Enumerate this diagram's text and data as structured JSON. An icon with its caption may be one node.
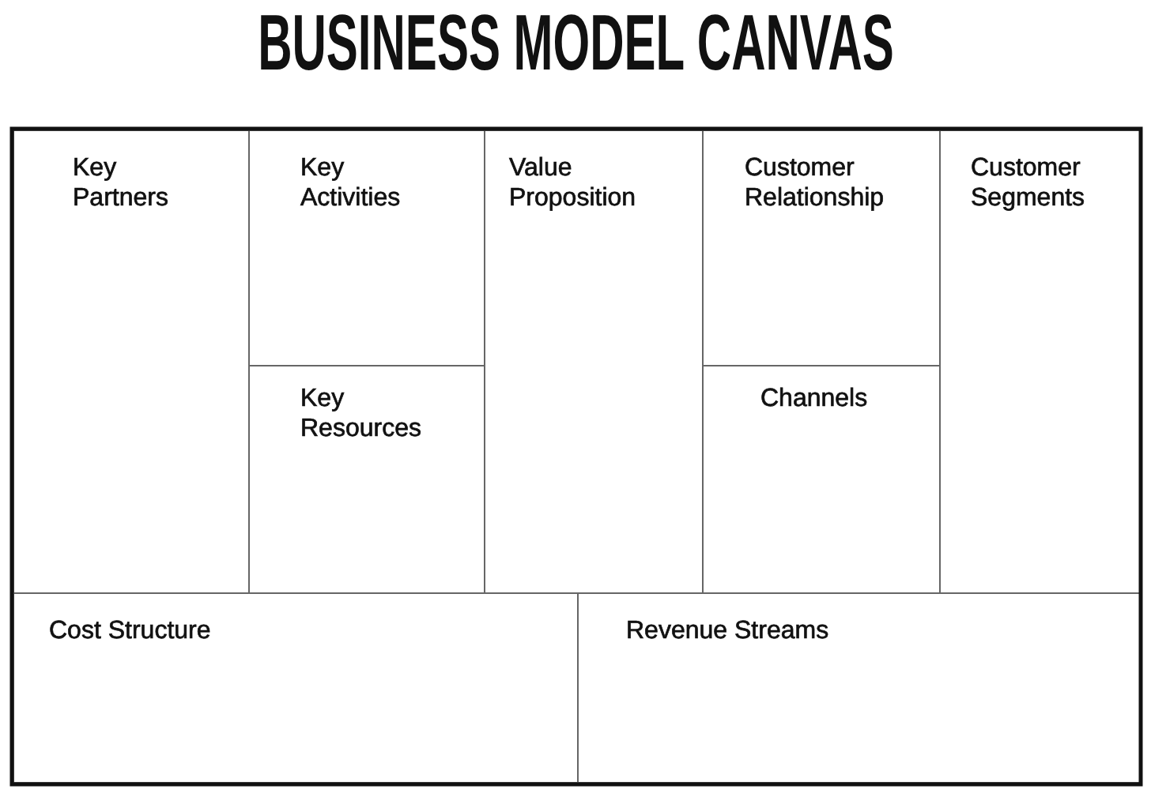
{
  "diagram": {
    "title": "BUSINESS MODEL CANVAS",
    "nodes": [
      {
        "text": [
          "Key Partners"
        ]
      },
      {
        "text": [
          "Key Activities"
        ]
      },
      {
        "text": [
          "Key Resources"
        ]
      },
      {
        "text": [
          "Value Proposition"
        ]
      },
      {
        "text": [
          "Customer Relationship"
        ]
      },
      {
        "text": [
          "Channels"
        ]
      },
      {
        "text": [
          "Customer Segments"
        ]
      },
      {
        "text": [
          "Cost Structure"
        ]
      },
      {
        "text": [
          "Revenue Streams"
        ]
      }
    ]
  }
}
